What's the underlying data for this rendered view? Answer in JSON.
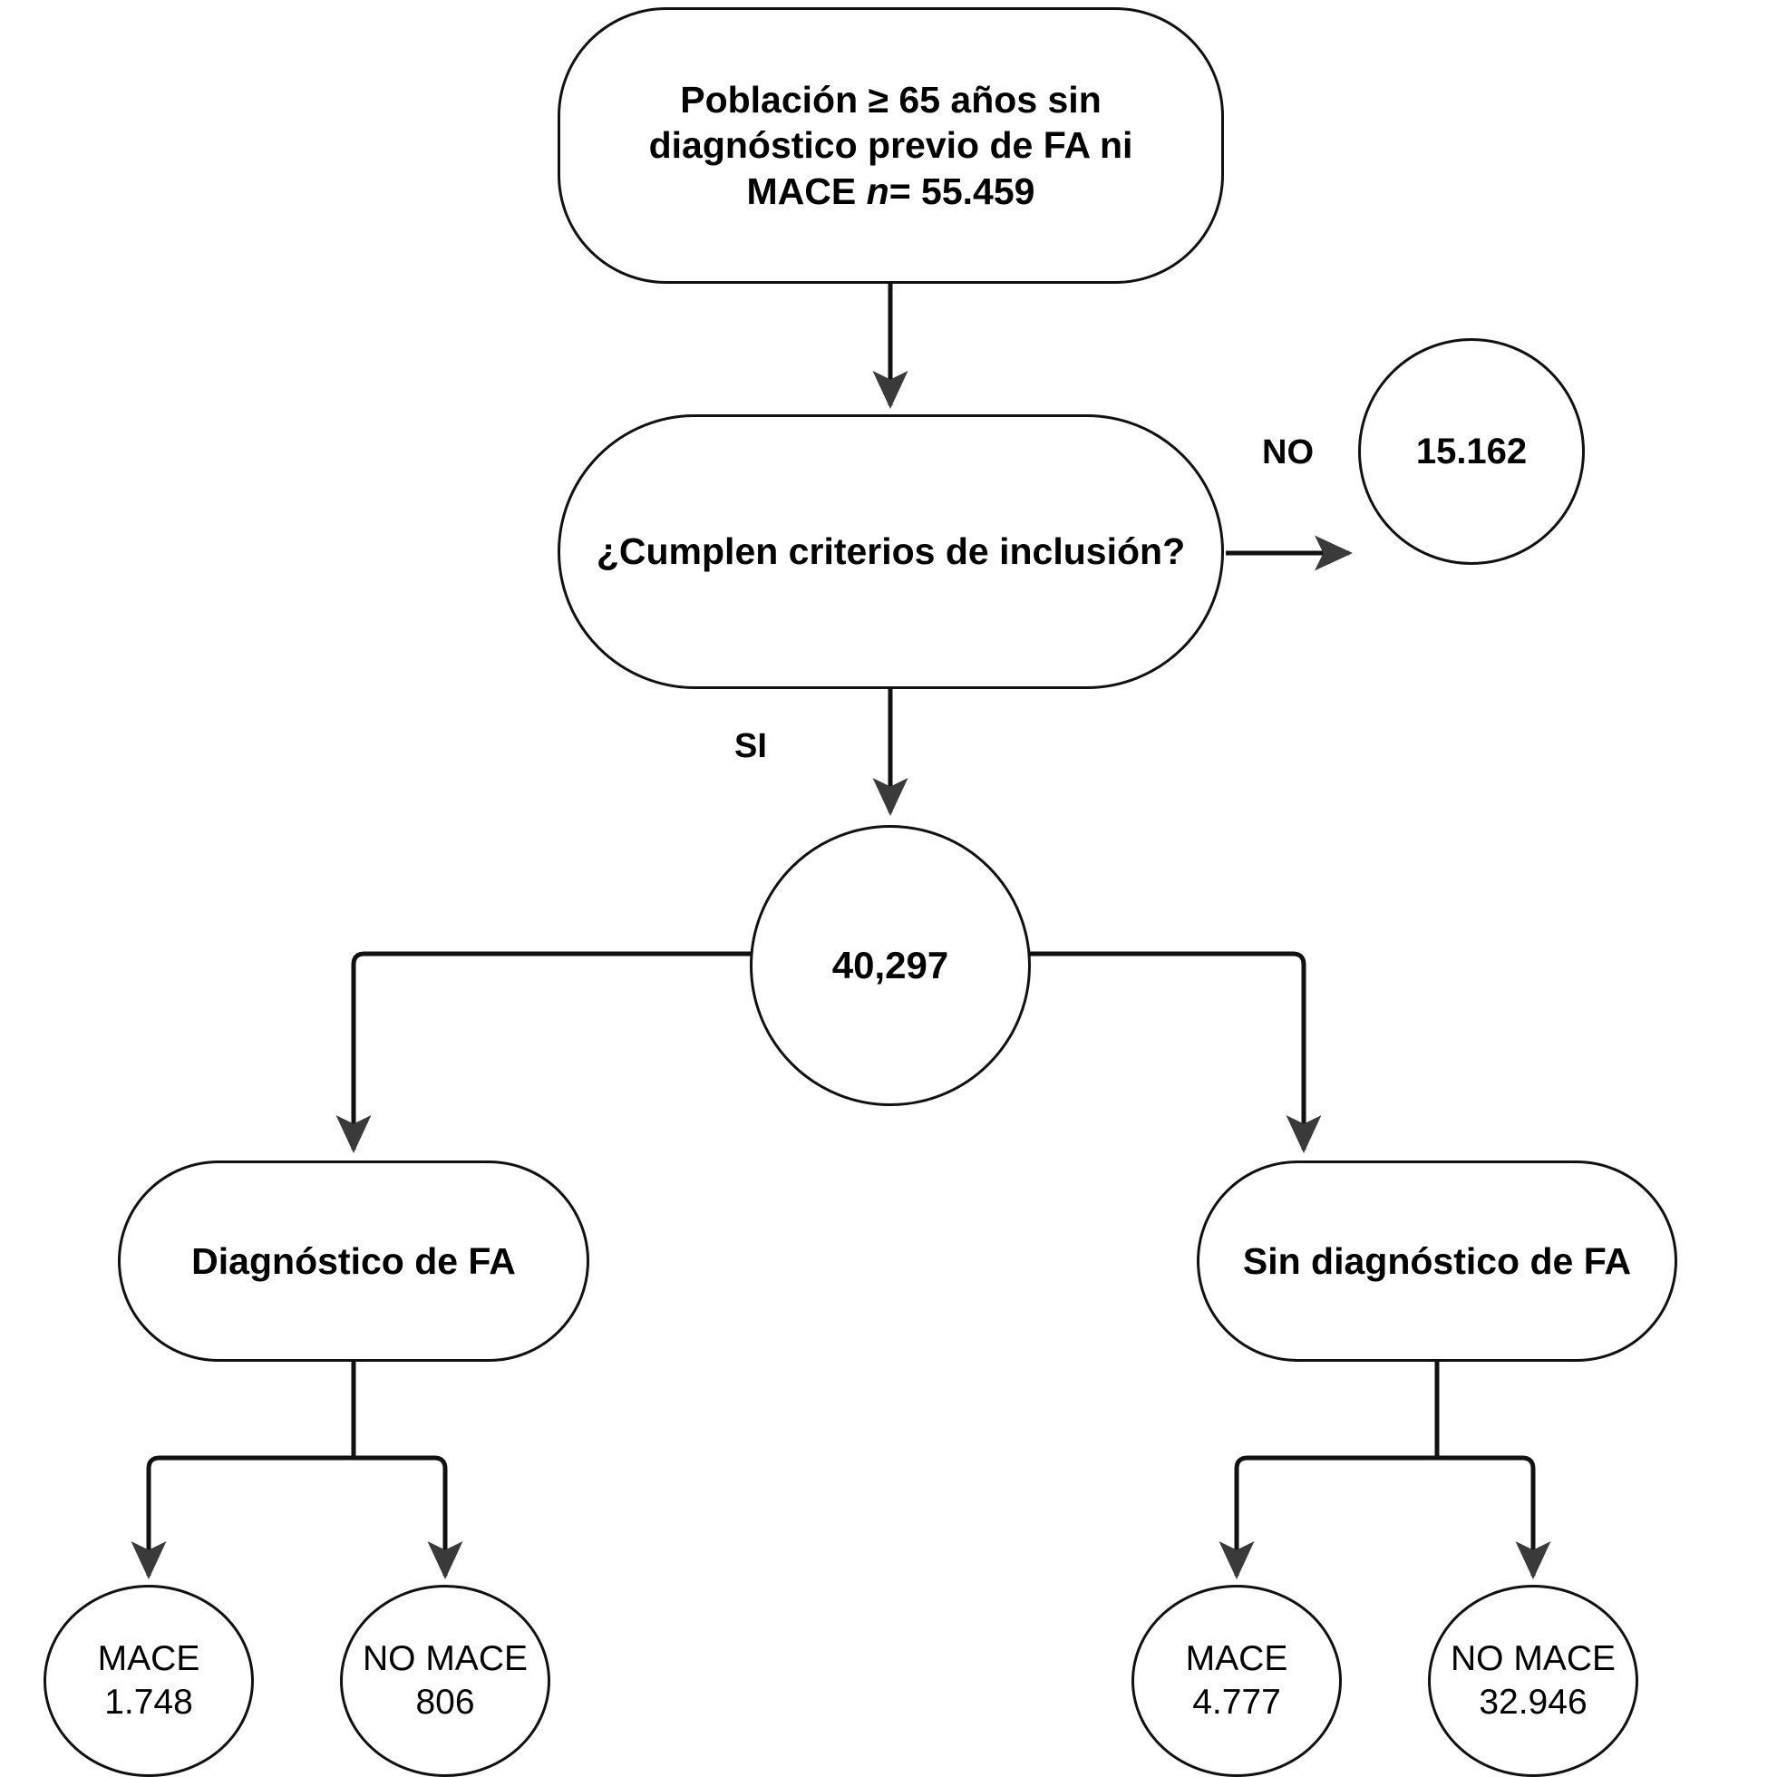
{
  "diagram": {
    "type": "flowchart",
    "orientation": "top-down",
    "language": "es",
    "background_color": "#ffffff",
    "line_color": "#111111",
    "text_color": "#000000"
  },
  "nodes": {
    "population": {
      "id": "population",
      "shape": "rounded-rectangle",
      "line1": "Población ≥ 65 años sin",
      "line2": "diagnóstico previo de FA ni",
      "line3_prefix": "MACE ",
      "line3_italic": "n",
      "line3_suffix": "= 55.459",
      "value": "55.459"
    },
    "decision": {
      "id": "decision",
      "shape": "stadium",
      "label": "¿Cumplen criterios de inclusión?"
    },
    "excluded": {
      "id": "excluded",
      "shape": "circle",
      "label": "15.162",
      "value": "15.162"
    },
    "included": {
      "id": "included",
      "shape": "circle",
      "label": "40,297",
      "value": "40,297"
    },
    "af_yes": {
      "id": "af_yes",
      "shape": "rounded-rectangle",
      "label": "Diagnóstico de FA"
    },
    "af_no": {
      "id": "af_no",
      "shape": "rounded-rectangle",
      "label": "Sin diagnóstico de FA"
    },
    "af_mace": {
      "id": "af_mace",
      "shape": "ellipse",
      "label": "MACE\n1.748",
      "category": "MACE",
      "value": "1.748"
    },
    "af_nomace": {
      "id": "af_nomace",
      "shape": "ellipse",
      "label": "NO MACE\n806",
      "category": "NO MACE",
      "value": "806"
    },
    "noaf_mace": {
      "id": "noaf_mace",
      "shape": "ellipse",
      "label": "MACE\n4.777",
      "category": "MACE",
      "value": "4.777"
    },
    "noaf_nomace": {
      "id": "noaf_nomace",
      "shape": "ellipse",
      "label": "NO MACE\n32.946",
      "category": "NO MACE",
      "value": "32.946"
    }
  },
  "edge_labels": {
    "no": "NO",
    "si": "SI"
  },
  "edges": [
    {
      "from": "population",
      "to": "decision",
      "label": ""
    },
    {
      "from": "decision",
      "to": "excluded",
      "label": "NO"
    },
    {
      "from": "decision",
      "to": "included",
      "label": "SI"
    },
    {
      "from": "included",
      "to": "af_yes",
      "label": ""
    },
    {
      "from": "included",
      "to": "af_no",
      "label": ""
    },
    {
      "from": "af_yes",
      "to": "af_mace",
      "label": ""
    },
    {
      "from": "af_yes",
      "to": "af_nomace",
      "label": ""
    },
    {
      "from": "af_no",
      "to": "noaf_mace",
      "label": ""
    },
    {
      "from": "af_no",
      "to": "noaf_nomace",
      "label": ""
    }
  ]
}
